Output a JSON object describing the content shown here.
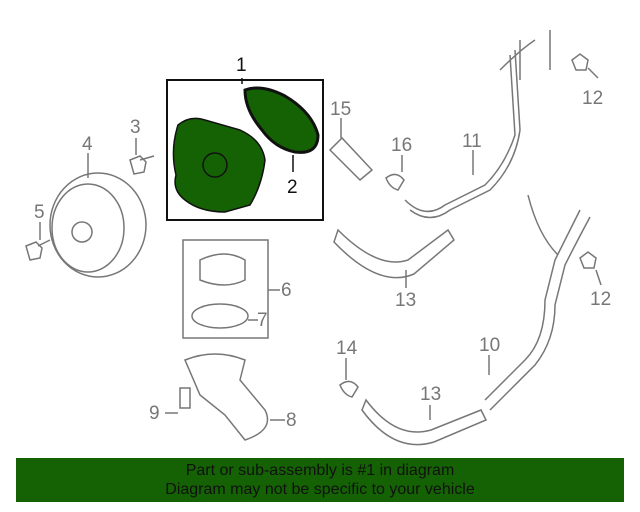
{
  "callouts": {
    "c1": "1",
    "c2": "2",
    "c3": "3",
    "c4": "4",
    "c5": "5",
    "c6": "6",
    "c7": "7",
    "c8": "8",
    "c9": "9",
    "c10": "10",
    "c11": "11",
    "c12a": "12",
    "c12b": "12",
    "c13a": "13",
    "c13b": "13",
    "c14": "14",
    "c15": "15",
    "c16": "16"
  },
  "banner": {
    "line1": "Part or sub-assembly is #1 in diagram",
    "line2": "Diagram may not be specific to your vehicle"
  },
  "colors": {
    "highlight": "#156205",
    "line": "#888888"
  }
}
